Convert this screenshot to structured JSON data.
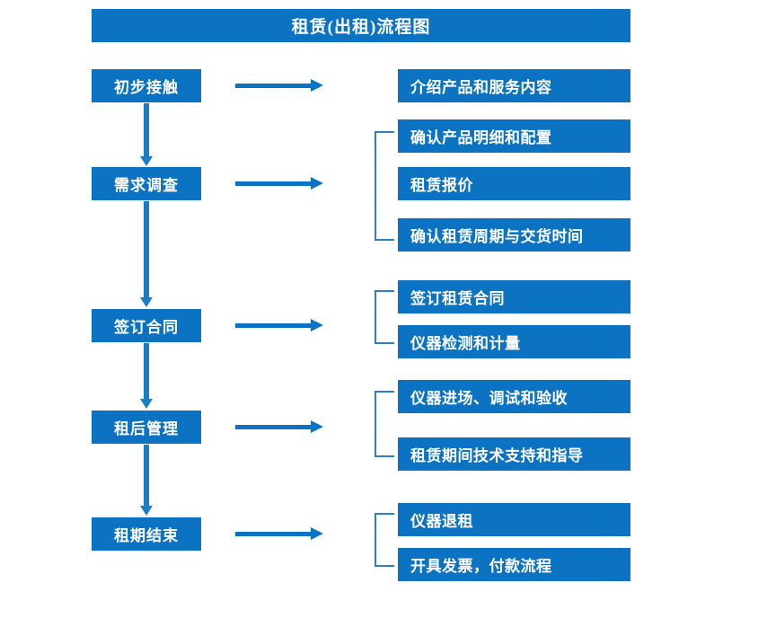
{
  "chart_data": {
    "type": "diagram",
    "title": "租赁(出租)流程图",
    "diagram_kind": "flowchart",
    "stages": [
      {
        "stage": "初步接触",
        "details": [
          "介绍产品和服务内容"
        ]
      },
      {
        "stage": "需求调查",
        "details": [
          "确认产品明细和配置",
          "租赁报价",
          "确认租赁周期与交货时间"
        ]
      },
      {
        "stage": "签订合同",
        "details": [
          "签订租赁合同",
          "仪器检测和计量"
        ]
      },
      {
        "stage": "租后管理",
        "details": [
          "仪器进场、调试和验收",
          "租赁期间技术支持和指导"
        ]
      },
      {
        "stage": "租期结束",
        "details": [
          "仪器退租",
          "开具发票，付款流程"
        ]
      }
    ]
  },
  "title": {
    "text": "租赁(出租)流程图"
  },
  "colors": {
    "box_fill": "#0c73c2",
    "box_text": "#ffffff",
    "arrow": "#0c73c2",
    "bracket": "#2f7fbf",
    "background": "#ffffff"
  },
  "stages": [
    {
      "label": "初步接触"
    },
    {
      "label": "需求调查"
    },
    {
      "label": "签订合同"
    },
    {
      "label": "租后管理"
    },
    {
      "label": "租期结束"
    }
  ],
  "details": [
    {
      "label": "介绍产品和服务内容"
    },
    {
      "label": "确认产品明细和配置"
    },
    {
      "label": "租赁报价"
    },
    {
      "label": "确认租赁周期与交货时间"
    },
    {
      "label": "签订租赁合同"
    },
    {
      "label": "仪器检测和计量"
    },
    {
      "label": "仪器进场、调试和验收"
    },
    {
      "label": "租赁期间技术支持和指导"
    },
    {
      "label": "仪器退租"
    },
    {
      "label": "开具发票，付款流程"
    }
  ]
}
